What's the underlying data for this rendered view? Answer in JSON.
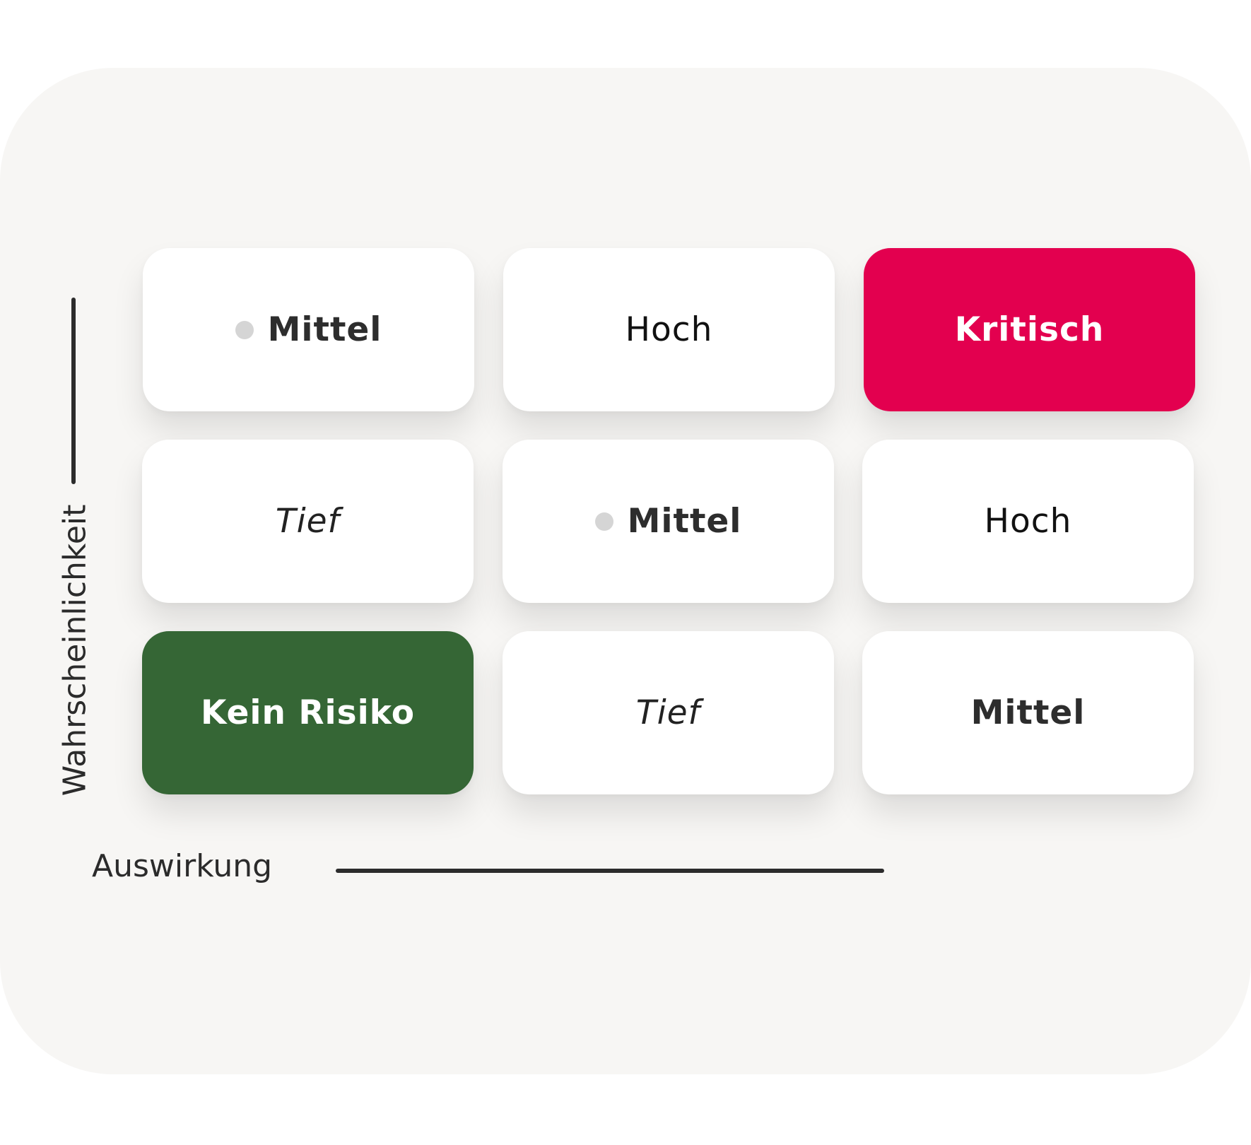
{
  "matrix": {
    "rows": [
      [
        {
          "label": "Mittel",
          "style": "bold",
          "dot": true
        },
        {
          "label": "Hoch",
          "style": "normal",
          "dot": false
        },
        {
          "label": "Kritisch",
          "style": "dark",
          "dot": false,
          "color": "#e3004f"
        }
      ],
      [
        {
          "label": "Tief",
          "style": "italic",
          "dot": false
        },
        {
          "label": "Mittel",
          "style": "bold",
          "dot": true
        },
        {
          "label": "Hoch",
          "style": "normal",
          "dot": false
        }
      ],
      [
        {
          "label": "Kein Risiko",
          "style": "dark",
          "dot": false,
          "color": "#356635"
        },
        {
          "label": "Tief",
          "style": "italic",
          "dot": false
        },
        {
          "label": "Mittel",
          "style": "bold",
          "dot": false
        }
      ]
    ]
  },
  "axes": {
    "y_label": "Wahrscheinlichkeit",
    "x_label": "Auswirkung"
  },
  "colors": {
    "panel_background": "#f7f6f4",
    "critical": "#e3004f",
    "no_risk": "#356635",
    "axis": "#2c2c2c",
    "dot": "#d5d5d5"
  }
}
